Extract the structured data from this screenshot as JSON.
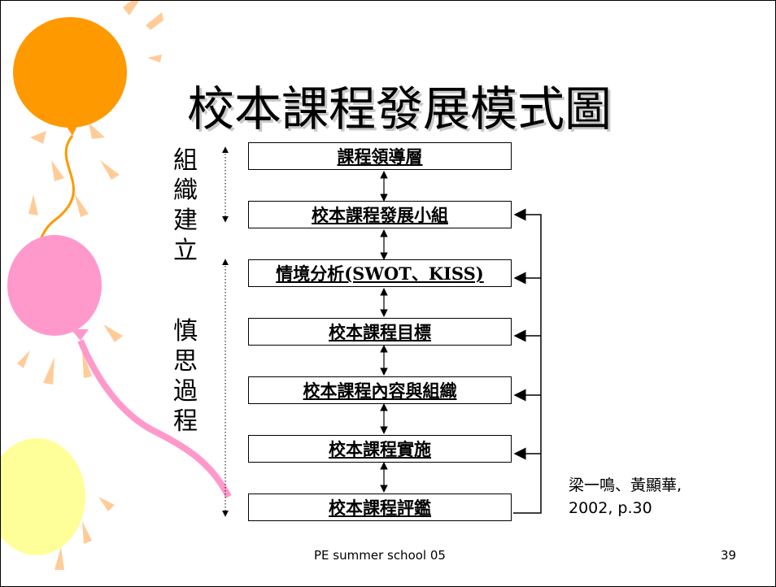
{
  "slide": {
    "title": "校本課程發展模式圖",
    "side_labels": {
      "organization": [
        "組",
        "織",
        "建",
        "立"
      ],
      "deliberation": [
        "慎",
        "思",
        "過",
        "程"
      ]
    },
    "flow_steps": [
      "課程領導層",
      "校本課程發展小組",
      "情境分析(SWOT、KISS)",
      "校本課程目標",
      "校本課程內容與組織",
      "校本課程實施",
      "校本課程評鑑"
    ],
    "citation": {
      "line1": "梁一鳴、黃顯華,",
      "line2": "2002, p.30"
    },
    "footer": "PE summer school 05",
    "page_number": "39"
  },
  "colors": {
    "balloon_orange": "#FF9900",
    "balloon_pink": "#FF99CC",
    "balloon_yellow": "#FFFF99",
    "ray": "#FFCC99"
  }
}
